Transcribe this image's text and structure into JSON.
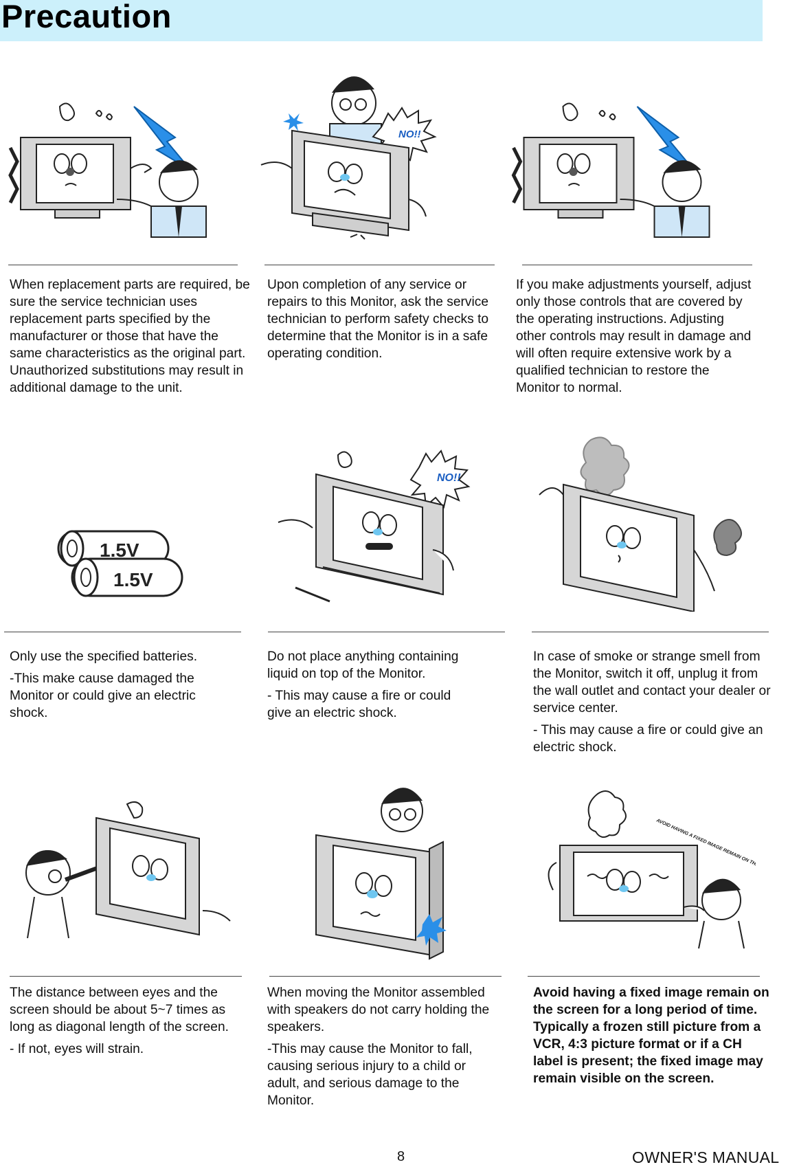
{
  "page_title": "Precaution",
  "cells": [
    {
      "paragraphs": [
        "When replacement parts are required, be sure the service technician uses replacement parts specified by the manufacturer or those that have the same characteristics as the original part. Unauthorized substitutions may result in additional damage to the unit."
      ]
    },
    {
      "paragraphs": [
        "Upon completion of any service or repairs to this Monitor, ask the service technician to perform safety checks to determine that the Monitor is in a safe operating condition."
      ]
    },
    {
      "paragraphs": [
        "If you make adjustments yourself, adjust only those controls that are covered by the operating instructions. Adjusting other controls may result in damage and will often require extensive work by a qualified technician to restore the Monitor to normal."
      ]
    },
    {
      "paragraphs": [
        "Only use the specified batteries.",
        "-This make cause damaged the Monitor or could give an electric shock."
      ]
    },
    {
      "paragraphs": [
        "Do not place anything containing liquid on top of the Monitor.",
        "- This may cause a fire or could give an electric shock."
      ]
    },
    {
      "paragraphs": [
        "In case of smoke or strange smell from the Monitor, switch it off, unplug it from the wall outlet and contact your dealer or service center.",
        "- This may cause a fire or could give an electric shock."
      ]
    },
    {
      "paragraphs": [
        "The distance between eyes and the screen should be about 5~7 times as long as diagonal length of the screen.",
        "- If not, eyes will strain."
      ]
    },
    {
      "paragraphs": [
        "When moving the Monitor assembled with speakers do not carry holding the speakers.",
        "-This may cause the Monitor to fall, causing serious injury to a child or adult, and serious damage to the Monitor."
      ]
    },
    {
      "paragraphs": [
        "Avoid having a fixed image remain on the screen for a long period of time. Typically a frozen still picture from a VCR, 4:3 picture format or if a CH label is present; the fixed image may remain visible on the screen."
      ]
    }
  ],
  "illustration_labels": {
    "no_1": "NO!!",
    "no_2": "NO!!",
    "battery_1": "1.5V",
    "battery_2": "1.5V",
    "fixed_image_warning": "AVOID HAVING A FIXED IMAGE REMAIN ON THE SCREEN FOR A LONG PERIOD OF TIME"
  },
  "footer": {
    "page_number": "8",
    "manual_label": "OWNER'S MANUAL"
  }
}
